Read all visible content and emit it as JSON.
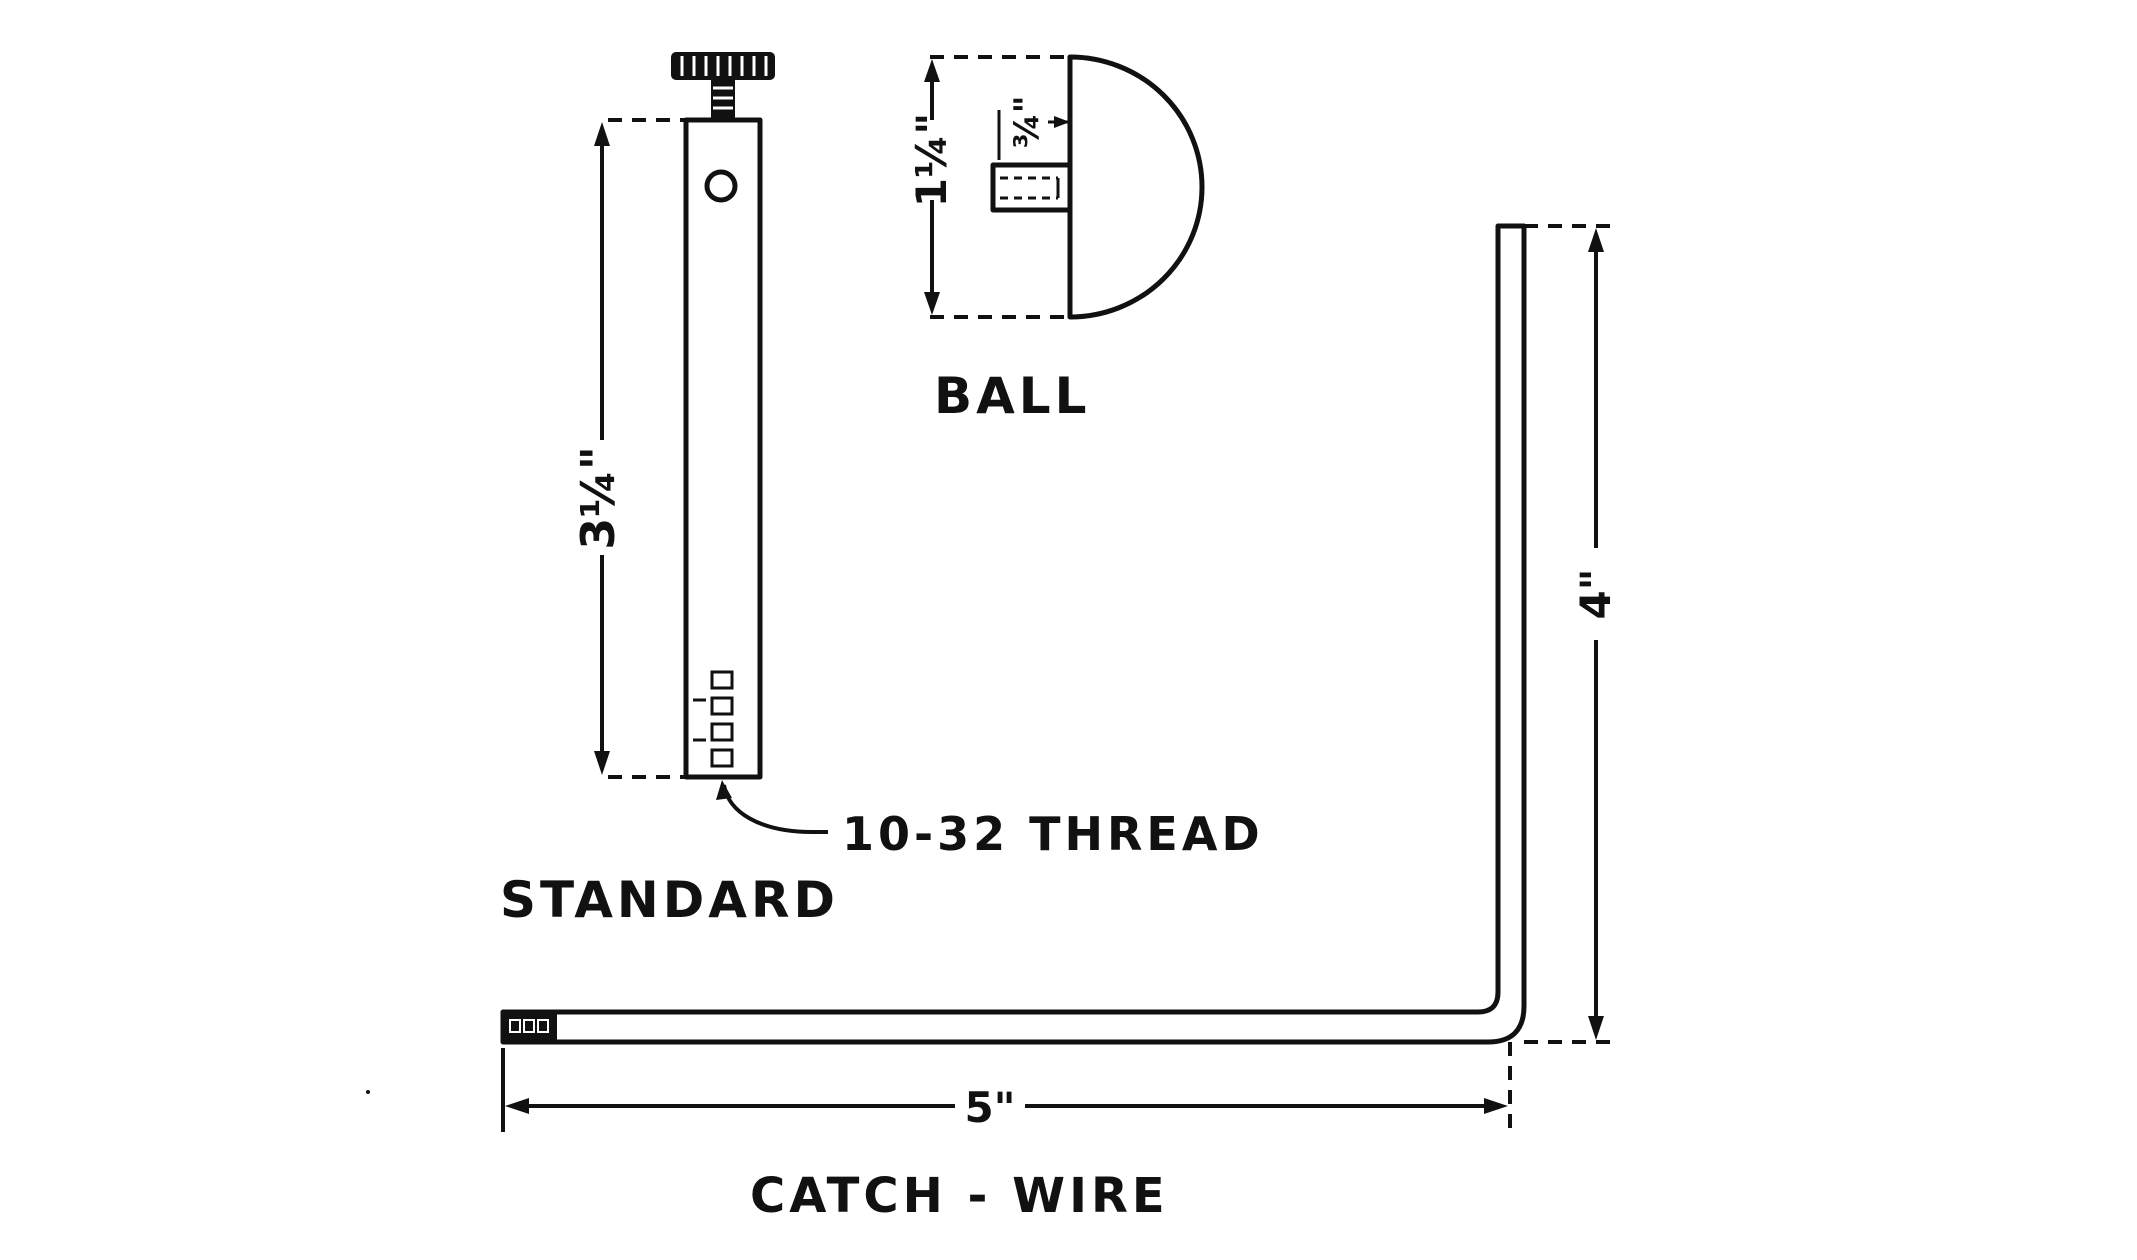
{
  "parts": {
    "standard": {
      "label": "STANDARD",
      "height_dimension": "3¼\"",
      "thread_callout": "10-32 THREAD"
    },
    "ball": {
      "label": "BALL",
      "diameter_dimension": "1¼\"",
      "hole_dimension": "¾\""
    },
    "catch_wire": {
      "label": "CATCH - WIRE",
      "length_dimension": "5\"",
      "height_dimension": "4\""
    }
  },
  "colors": {
    "ink": "#111111",
    "paper": "#ffffff"
  }
}
